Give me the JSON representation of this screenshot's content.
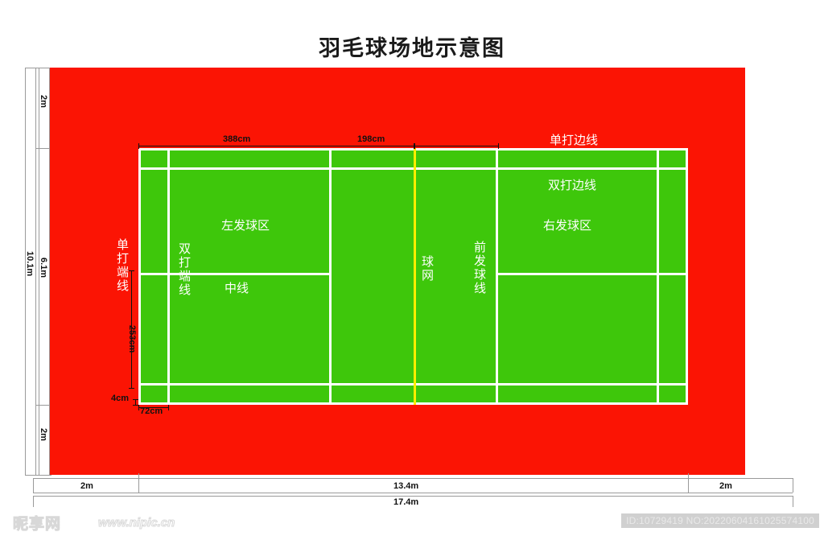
{
  "page": {
    "title": "羽毛球场地示意图"
  },
  "colors": {
    "outfield": "#fb1404",
    "court": "#3ec70b",
    "line": "#ffffff",
    "net": "#ffee00",
    "dimension": "#111111"
  },
  "dimensions": {
    "left_outer_total": "10.1m",
    "left_inner_court": "6.1m",
    "left_top_margin": "2m",
    "left_bottom_margin": "2m",
    "bottom_left_margin": "2m",
    "bottom_court": "13.4m",
    "bottom_right_margin": "2m",
    "bottom_total": "17.4m",
    "top_left_span": "388cm",
    "top_right_span": "198cm",
    "service_depth": "253cm",
    "line_width": "4cm",
    "doubles_alley": "72cm"
  },
  "court_labels": {
    "singles_baseline": "单打端线",
    "doubles_baseline": "双打端线",
    "singles_sideline": "单打边线",
    "doubles_sideline": "双打边线",
    "left_service_court": "左发球区",
    "right_service_court": "右发球区",
    "center_line": "中线",
    "net": "球网",
    "front_service_line": "前发球线"
  },
  "footer": {
    "logo": "昵享网",
    "site": "www.nipic.cn",
    "asset_id": "ID:10729419 NO:20220604161025574100"
  },
  "chart_data": {
    "type": "diagram",
    "title": "羽毛球场地示意图",
    "subject": "badminton court layout",
    "outfield_size": {
      "width": "17.4m",
      "height": "10.1m"
    },
    "court_size": {
      "width": "13.4m",
      "height": "6.1m"
    },
    "margins": {
      "top": "2m",
      "bottom": "2m",
      "left": "2m",
      "right": "2m"
    },
    "markings": [
      {
        "name": "单打端线",
        "meaning": "singles back boundary line"
      },
      {
        "name": "双打端线",
        "meaning": "doubles back service line"
      },
      {
        "name": "单打边线",
        "meaning": "singles side line"
      },
      {
        "name": "双打边线",
        "meaning": "doubles side line"
      },
      {
        "name": "前发球线",
        "meaning": "short service line",
        "distance_from_net": "198cm"
      },
      {
        "name": "中线",
        "meaning": "centre line"
      },
      {
        "name": "球网",
        "meaning": "net"
      }
    ],
    "measurements": [
      {
        "label": "388cm",
        "of": "back boundary to short service line"
      },
      {
        "label": "198cm",
        "of": "short service line to net"
      },
      {
        "label": "253cm",
        "of": "service court half width"
      },
      {
        "label": "4cm",
        "of": "line width"
      },
      {
        "label": "72cm",
        "of": "doubles alley / long service area"
      }
    ]
  }
}
